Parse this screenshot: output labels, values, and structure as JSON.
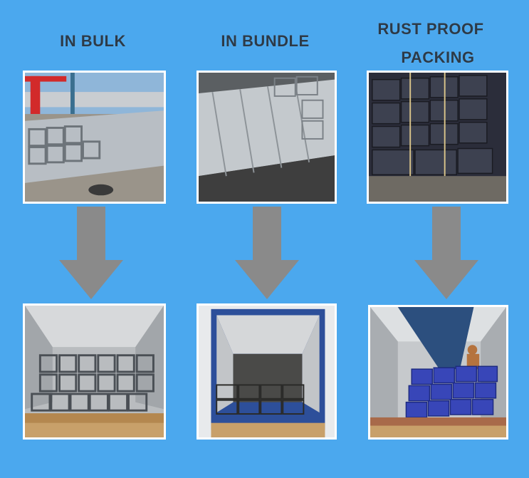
{
  "columns": [
    {
      "label_lines": [
        "IN BULK"
      ],
      "top_photo": "bulk-pipes-photo",
      "bottom_photo": "bulk-container-photo"
    },
    {
      "label_lines": [
        "IN BUNDLE"
      ],
      "top_photo": "bundle-pipes-photo",
      "bottom_photo": "bundle-container-photo"
    },
    {
      "label_lines": [
        "RUST PROOF",
        "PACKING"
      ],
      "top_photo": "wrapped-pipes-photo",
      "bottom_photo": "wrapped-container-photo"
    }
  ],
  "colors": {
    "background": "#4ba8ee",
    "arrow": "#8a8a8a",
    "label": "#2c3a48"
  }
}
